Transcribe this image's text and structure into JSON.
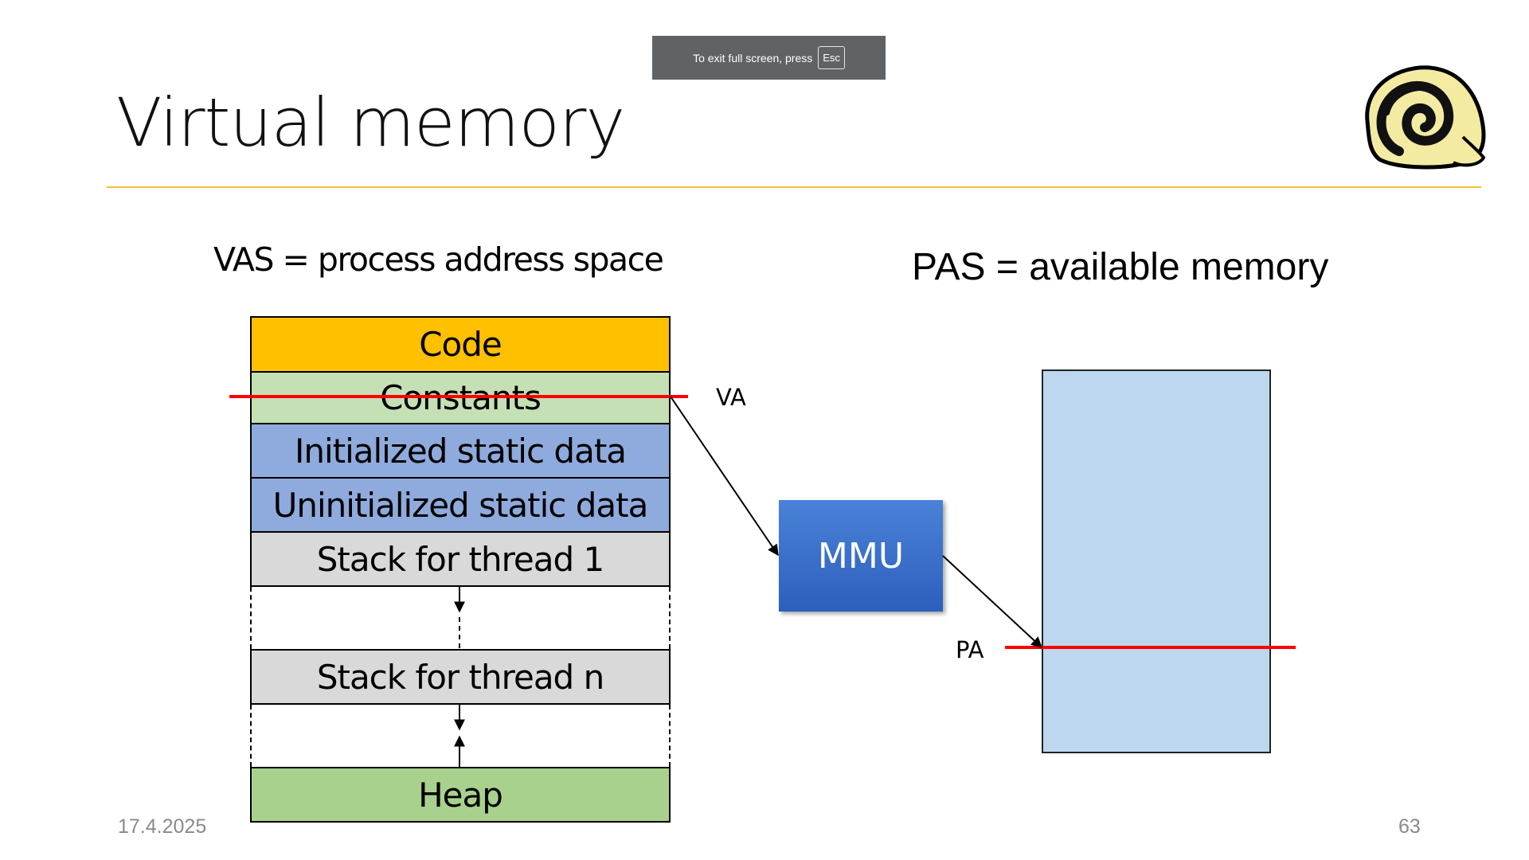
{
  "fullscreen_notice": {
    "text": "To exit full screen, press",
    "key": "Esc"
  },
  "slide": {
    "title": "Virtual memory",
    "vas_heading": "VAS = process address space",
    "pas_heading": "PAS = available memory",
    "segments": [
      {
        "label": "Code",
        "color": "#ffc000"
      },
      {
        "label": "Constants",
        "color": "#c5e0b4"
      },
      {
        "label": "Initialized static data",
        "color": "#8faadc"
      },
      {
        "label": "Uninitialized static data",
        "color": "#8faadc"
      },
      {
        "label": "Stack for thread 1",
        "color": "#d9d9d9"
      },
      {
        "label": "Stack for thread n",
        "color": "#d9d9d9"
      },
      {
        "label": "Heap",
        "color": "#a9d18e"
      }
    ],
    "mmu_label": "MMU",
    "va_label": "VA",
    "pa_label": "PA",
    "date": "17.4.2025",
    "page_number": "63",
    "colors": {
      "accent_rule": "#f2c12e",
      "address_line": "#ff0000",
      "pas_fill": "#bdd7ee",
      "mmu_fill": "#3a6fcc"
    }
  }
}
